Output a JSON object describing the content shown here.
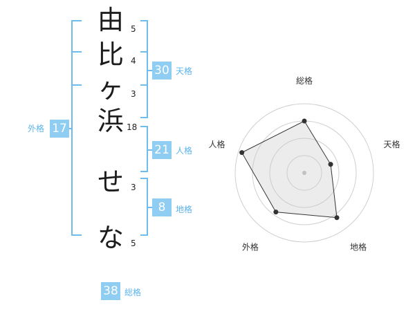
{
  "name_chars": [
    {
      "char": "由",
      "strokes": "5"
    },
    {
      "char": "比",
      "strokes": "4"
    },
    {
      "char": "ヶ",
      "strokes": "3"
    },
    {
      "char": "浜",
      "strokes": "18"
    },
    {
      "char": "せ",
      "strokes": "3"
    },
    {
      "char": "な",
      "strokes": "5"
    }
  ],
  "grades": {
    "tenkaku": {
      "value": "30",
      "label": "天格"
    },
    "jinkaku": {
      "value": "21",
      "label": "人格"
    },
    "chikaku": {
      "value": "8",
      "label": "地格"
    },
    "gaikaku": {
      "value": "17",
      "label": "外格"
    },
    "soukaku": {
      "value": "38",
      "label": "総格"
    }
  },
  "colors": {
    "accent": "#8fcdf3",
    "accent_text": "#5cb4ea",
    "bracket": "#6dbcec"
  },
  "chart_data": {
    "type": "radar",
    "axes": [
      "総格",
      "天格",
      "地格",
      "外格",
      "人格"
    ],
    "values": [
      0.75,
      0.4,
      0.8,
      0.7,
      0.95
    ],
    "rings": 4
  }
}
